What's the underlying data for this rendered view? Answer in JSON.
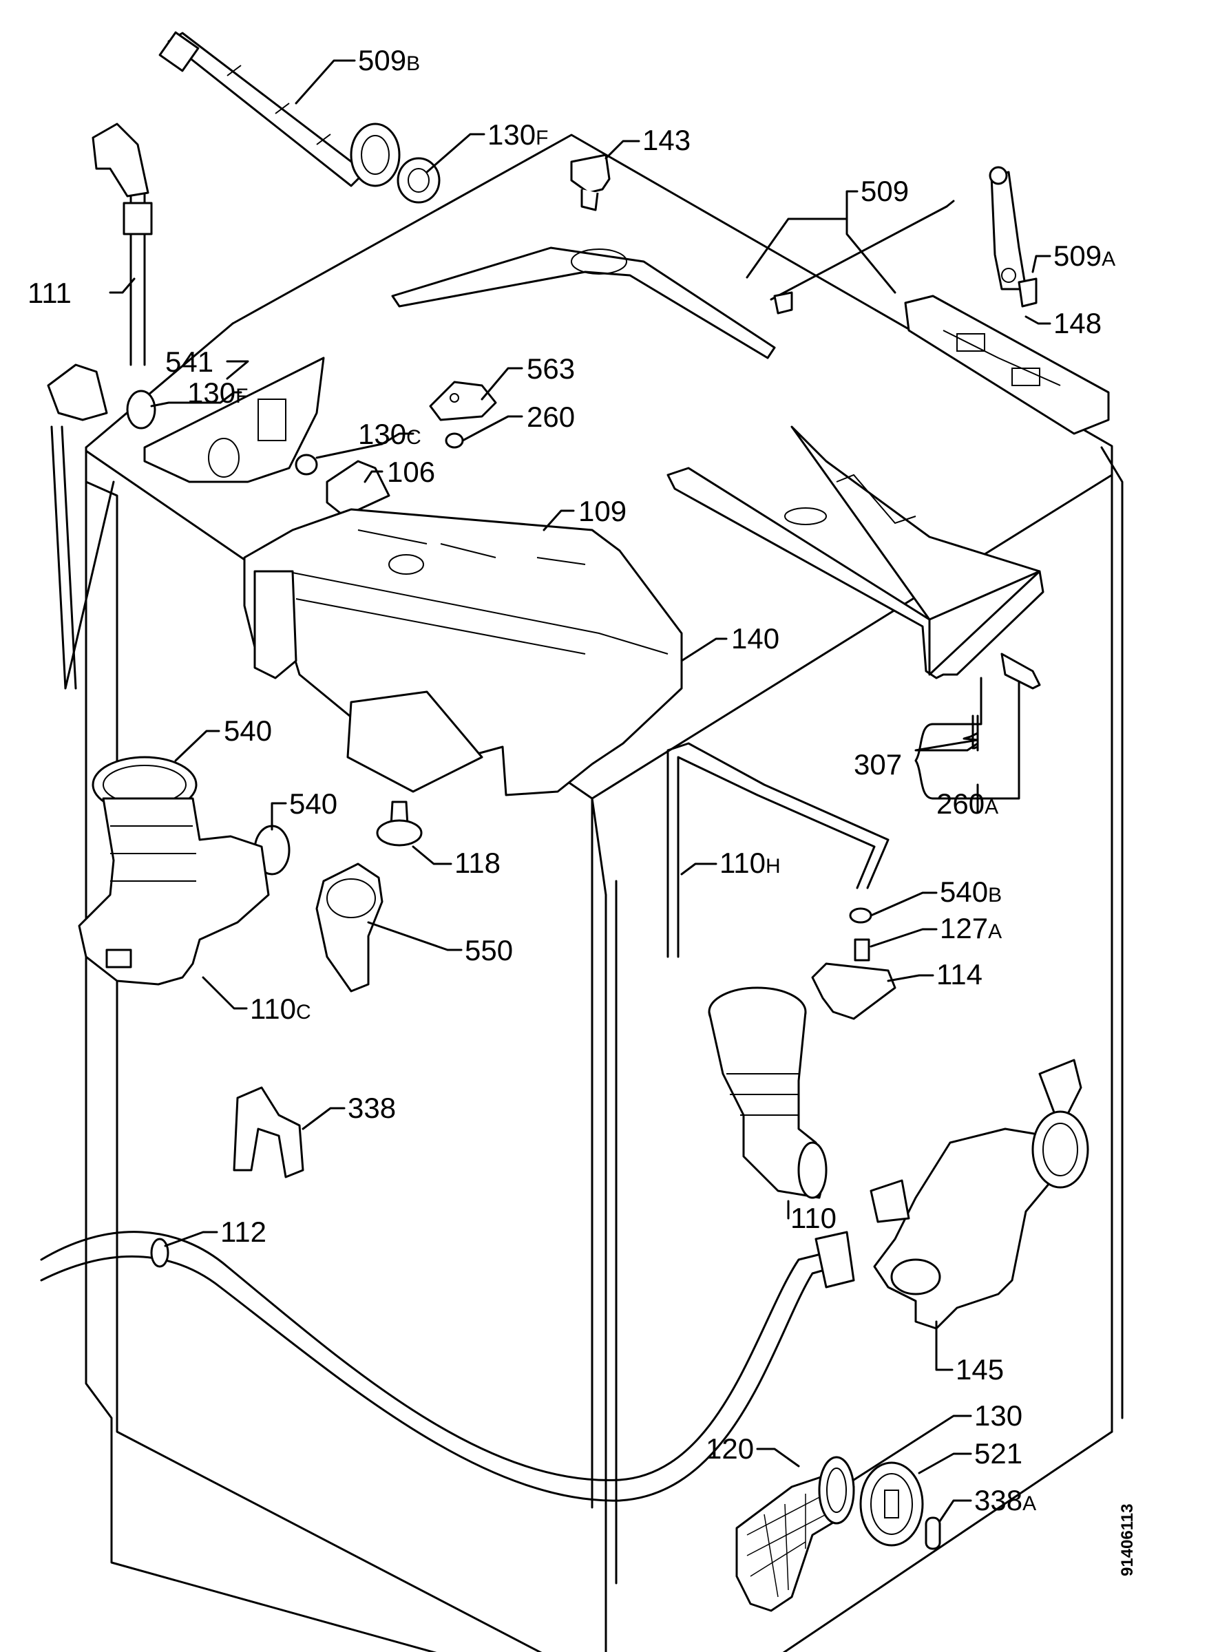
{
  "diagram": {
    "drawing_code": "91406113",
    "callouts": [
      {
        "id": "509B",
        "num": "509",
        "suffix": "B"
      },
      {
        "id": "130F-a",
        "num": "130",
        "suffix": "F"
      },
      {
        "id": "143",
        "num": "143",
        "suffix": ""
      },
      {
        "id": "509",
        "num": "509",
        "suffix": ""
      },
      {
        "id": "509A",
        "num": "509",
        "suffix": "A"
      },
      {
        "id": "148",
        "num": "148",
        "suffix": ""
      },
      {
        "id": "111",
        "num": "111",
        "suffix": ""
      },
      {
        "id": "541",
        "num": "541",
        "suffix": ""
      },
      {
        "id": "130F-b",
        "num": "130",
        "suffix": "F"
      },
      {
        "id": "563",
        "num": "563",
        "suffix": ""
      },
      {
        "id": "260",
        "num": "260",
        "suffix": ""
      },
      {
        "id": "130C",
        "num": "130",
        "suffix": "C"
      },
      {
        "id": "106",
        "num": "106",
        "suffix": ""
      },
      {
        "id": "109",
        "num": "109",
        "suffix": ""
      },
      {
        "id": "140",
        "num": "140",
        "suffix": ""
      },
      {
        "id": "540-a",
        "num": "540",
        "suffix": ""
      },
      {
        "id": "540-b",
        "num": "540",
        "suffix": ""
      },
      {
        "id": "307",
        "num": "307",
        "suffix": ""
      },
      {
        "id": "260A",
        "num": "260",
        "suffix": "A"
      },
      {
        "id": "118",
        "num": "118",
        "suffix": ""
      },
      {
        "id": "110H",
        "num": "110",
        "suffix": "H"
      },
      {
        "id": "540B",
        "num": "540",
        "suffix": "B"
      },
      {
        "id": "550",
        "num": "550",
        "suffix": ""
      },
      {
        "id": "127A",
        "num": "127",
        "suffix": "A"
      },
      {
        "id": "110C",
        "num": "110",
        "suffix": "C"
      },
      {
        "id": "114",
        "num": "114",
        "suffix": ""
      },
      {
        "id": "338",
        "num": "338",
        "suffix": ""
      },
      {
        "id": "110",
        "num": "110",
        "suffix": ""
      },
      {
        "id": "112",
        "num": "112",
        "suffix": ""
      },
      {
        "id": "145",
        "num": "145",
        "suffix": ""
      },
      {
        "id": "130",
        "num": "130",
        "suffix": ""
      },
      {
        "id": "120",
        "num": "120",
        "suffix": ""
      },
      {
        "id": "521",
        "num": "521",
        "suffix": ""
      },
      {
        "id": "338A",
        "num": "338",
        "suffix": "A"
      }
    ]
  }
}
